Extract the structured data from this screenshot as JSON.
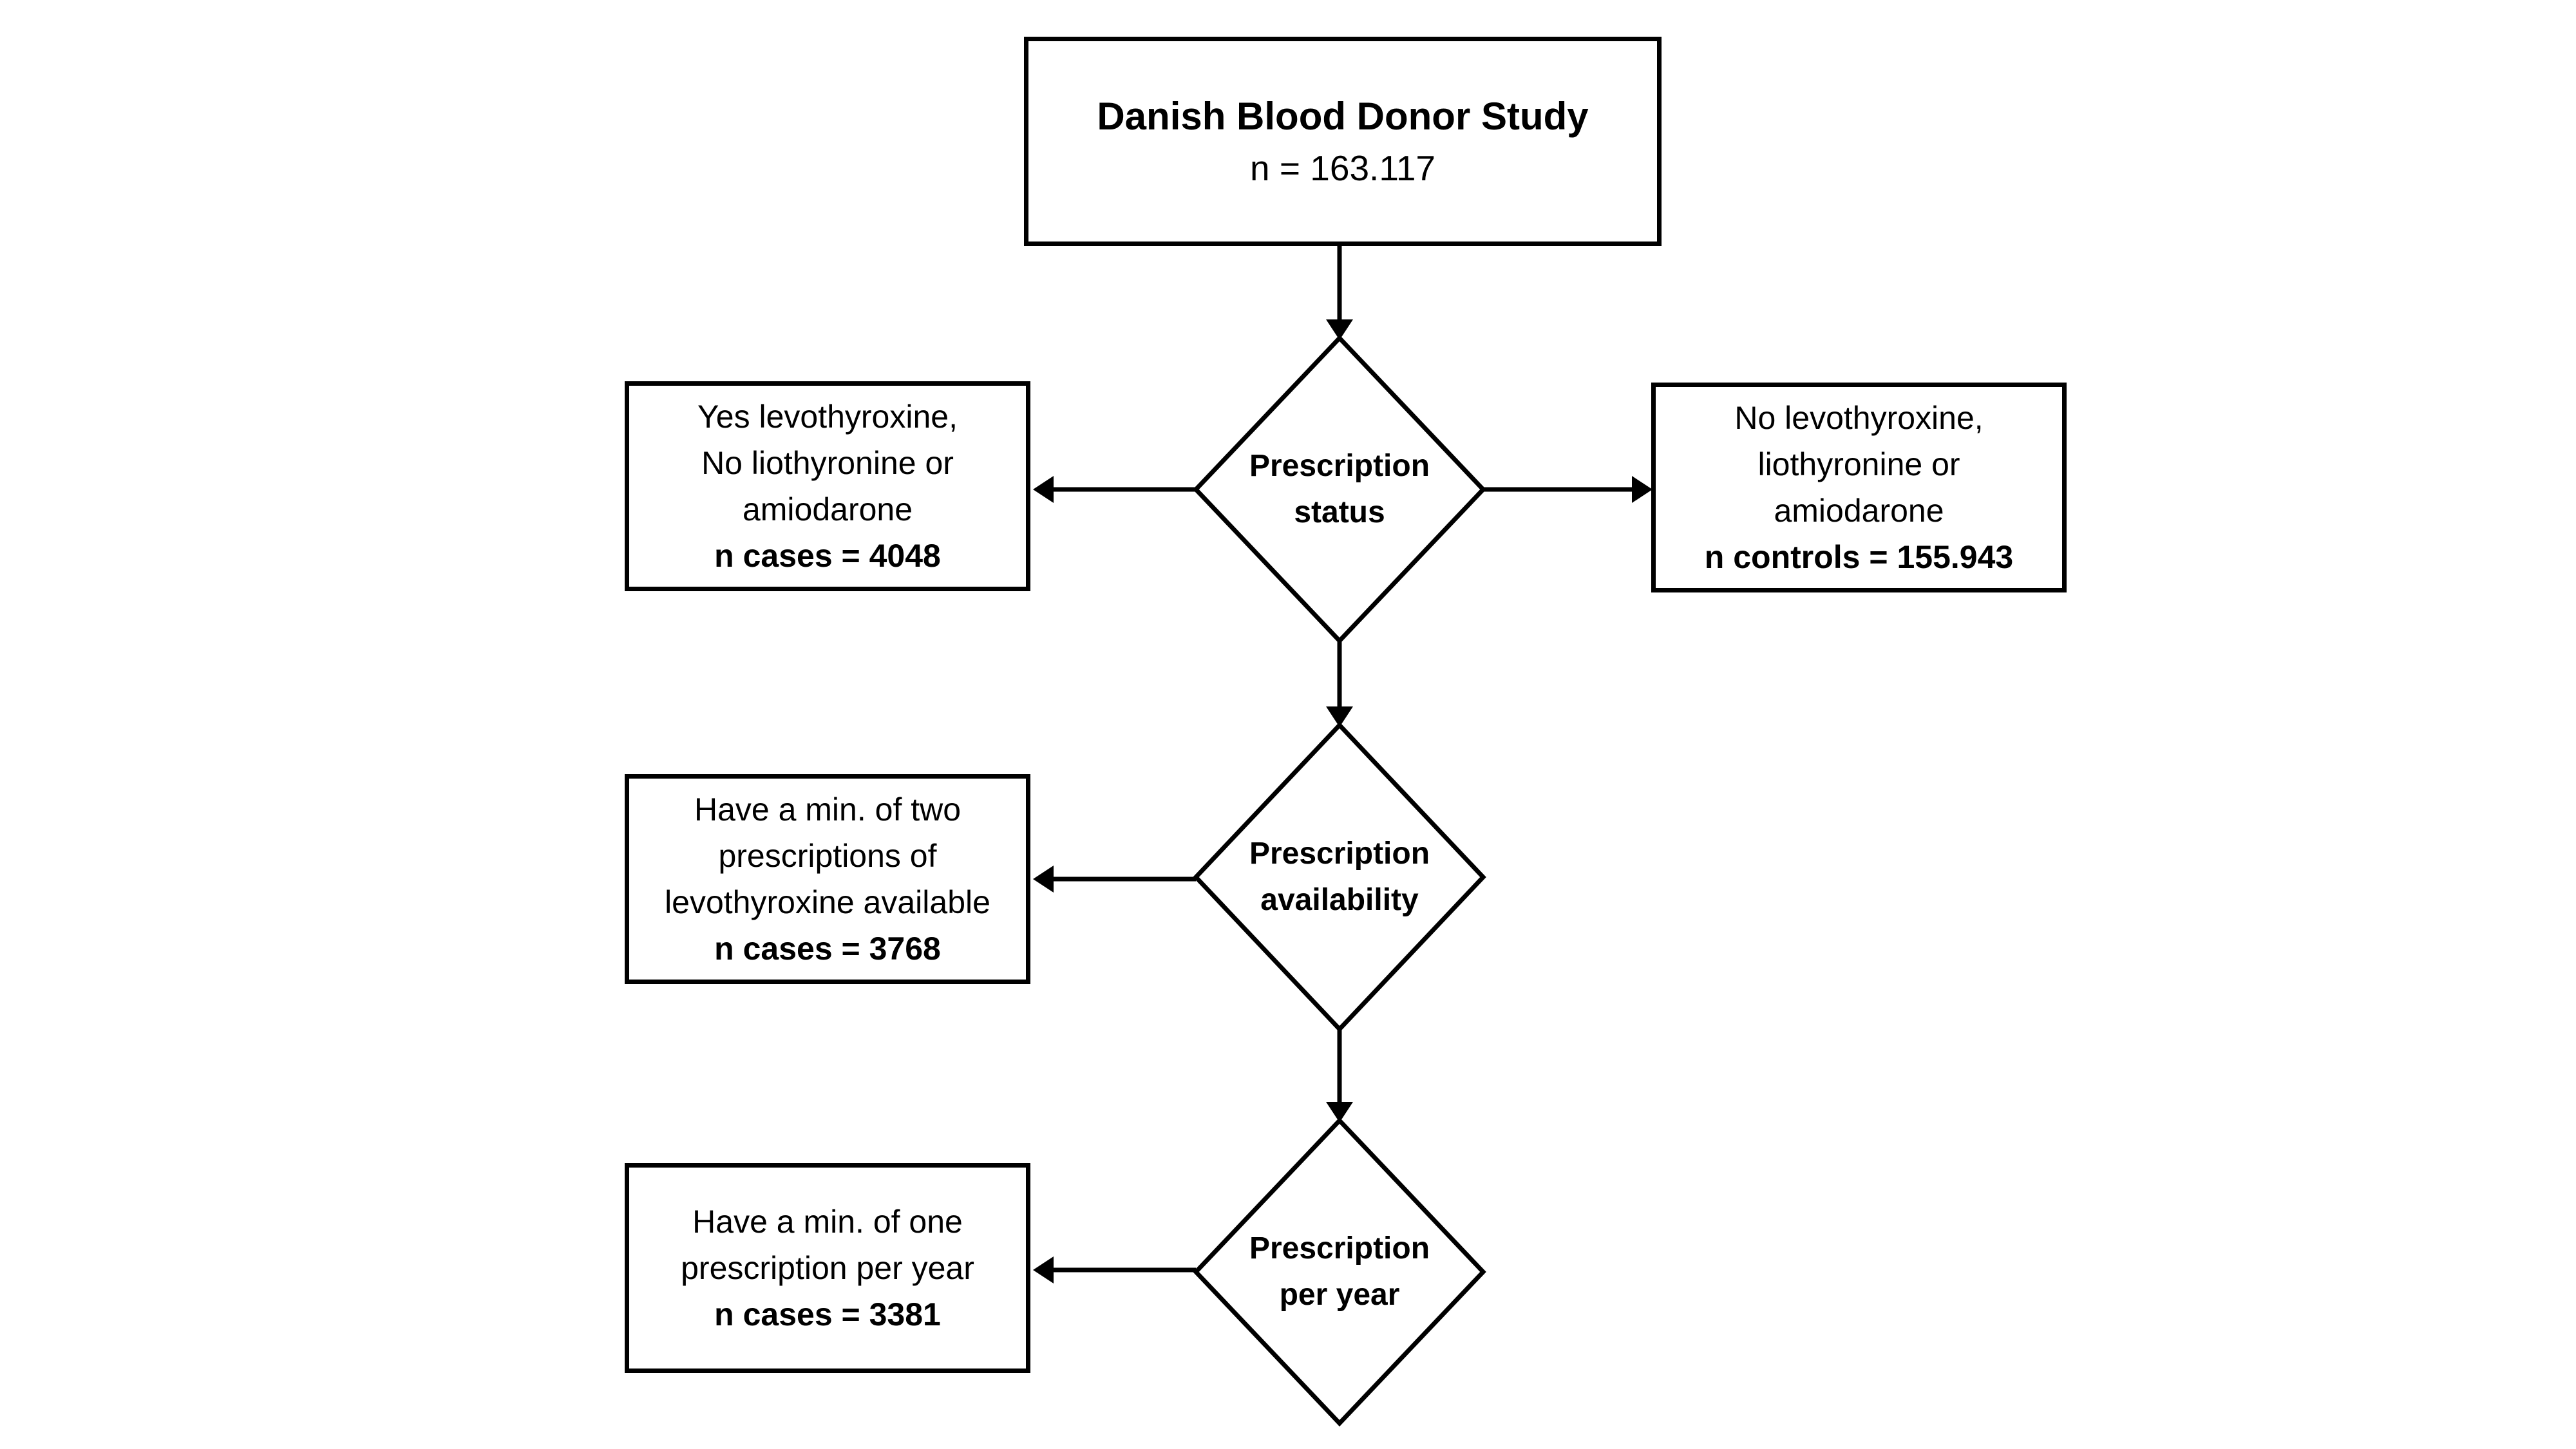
{
  "page": {
    "background_color": "#ffffff",
    "ink_color": "#000000"
  },
  "flowchart": {
    "study_box": {
      "title": "Danish Blood Donor Study",
      "count": "n = 163.117"
    },
    "rows": [
      {
        "decision": {
          "lines": [
            "Prescription",
            "status"
          ]
        },
        "left_box": {
          "lines": [
            "Yes levothyroxine,",
            "No liothyronine or",
            "amiodarone"
          ],
          "count_label": "n cases = 4048"
        },
        "right_box": {
          "lines": [
            "No levothyroxine,",
            "liothyronine or",
            "amiodarone"
          ],
          "count_label": "n controls = 155.943"
        }
      },
      {
        "decision": {
          "lines": [
            "Prescription",
            "availability"
          ]
        },
        "left_box": {
          "lines": [
            "Have a min. of two",
            "prescriptions of",
            "levothyroxine available"
          ],
          "count_label": "n cases = 3768"
        }
      },
      {
        "decision": {
          "lines": [
            "Prescription",
            "per year"
          ]
        },
        "left_box": {
          "lines": [
            "Have a min. of one",
            "prescription per year"
          ],
          "count_label": "n cases = 3381"
        }
      }
    ]
  }
}
